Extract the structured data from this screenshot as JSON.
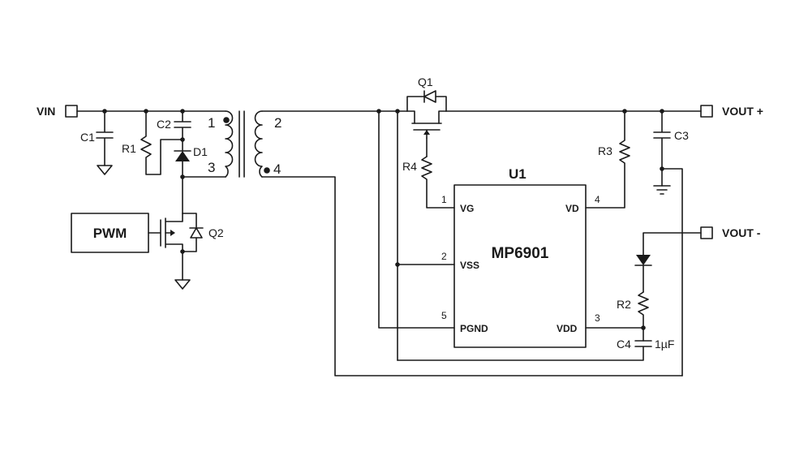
{
  "terminals": {
    "vin": "VIN",
    "vout_plus": "VOUT +",
    "vout_minus": "VOUT -"
  },
  "components": {
    "c1": "C1",
    "c2": "C2",
    "c3": "C3",
    "c4": "C4",
    "c4_value": "1µF",
    "r1": "R1",
    "r2": "R2",
    "r3": "R3",
    "r4": "R4",
    "d1": "D1",
    "q1": "Q1",
    "q2": "Q2",
    "pwm": "PWM"
  },
  "transformer": {
    "w1": "1",
    "w2": "2",
    "w3": "3",
    "w4": "4"
  },
  "ic": {
    "ref": "U1",
    "part": "MP6901",
    "pins": [
      {
        "num": "1",
        "name": "VG"
      },
      {
        "num": "2",
        "name": "VSS"
      },
      {
        "num": "5",
        "name": "PGND"
      },
      {
        "num": "4",
        "name": "VD"
      },
      {
        "num": "3",
        "name": "VDD"
      }
    ]
  }
}
